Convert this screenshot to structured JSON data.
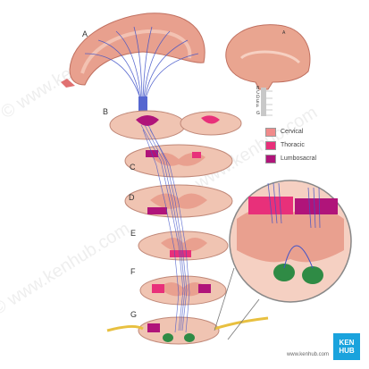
{
  "watermark": "© www.kenhub.com",
  "labels": {
    "a": "A",
    "b": "B",
    "c": "C",
    "d": "D",
    "e": "E",
    "f": "F",
    "g": "G",
    "inset_a": "A",
    "inset_b": "B",
    "inset_c": "C",
    "inset_d": "D",
    "inset_e": "E",
    "inset_f": "F",
    "inset_g": "G"
  },
  "legend": [
    {
      "label": "Cervical",
      "color": "#f08a8a"
    },
    {
      "label": "Thoracic",
      "color": "#e8307a"
    },
    {
      "label": "Lumbosacral",
      "color": "#b0147a"
    }
  ],
  "colors": {
    "tract": "#3f52c8",
    "cortex": "#e8a08e",
    "cord_white": "#f0c4b2",
    "gray_matter": "#e9a08f",
    "ventral_horn": "#2f8b45",
    "nerve": "#e8c040"
  },
  "footer": {
    "credit": "www.kenhub.com",
    "badge_line1": "KEN",
    "badge_line2": "HUB"
  }
}
